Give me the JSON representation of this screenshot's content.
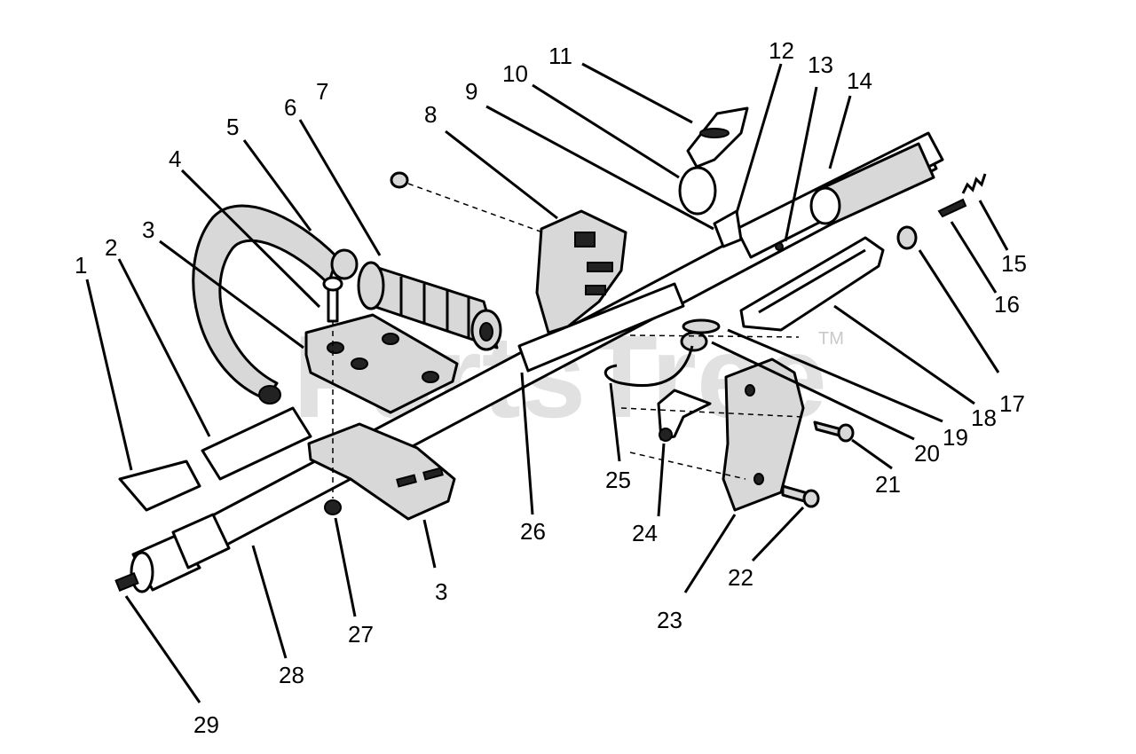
{
  "watermark": {
    "text": "PartsTree",
    "trademark": "TM"
  },
  "callouts": [
    "1",
    "2",
    "3",
    "3",
    "4",
    "5",
    "6",
    "7",
    "8",
    "9",
    "10",
    "11",
    "12",
    "13",
    "14",
    "15",
    "16",
    "17",
    "18",
    "19",
    "20",
    "21",
    "22",
    "23",
    "24",
    "25",
    "26",
    "27",
    "28",
    "29"
  ]
}
